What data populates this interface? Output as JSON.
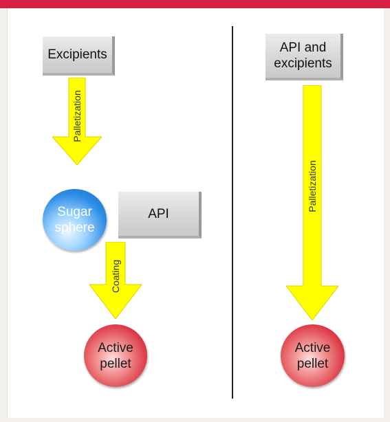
{
  "colors": {
    "header_bar": "#d61f43",
    "arrow_fill": "#ffff00",
    "arrow_edge": "#d8d200",
    "sphere_blue": "#2e8ee6",
    "pellet_red": "#d92d3c",
    "box_gray": "#d7d7d7"
  },
  "left_flow": {
    "start_box": "Excipients",
    "step1_label": "Palletization",
    "sphere_line1": "Sugar",
    "sphere_line2": "sphere",
    "side_box": "API",
    "step2_label": "Coating",
    "result_line1": "Active",
    "result_line2": "pellet"
  },
  "right_flow": {
    "start_line1": "API and",
    "start_line2": "excipients",
    "step_label": "Palletization",
    "result_line1": "Active",
    "result_line2": "pellet"
  }
}
